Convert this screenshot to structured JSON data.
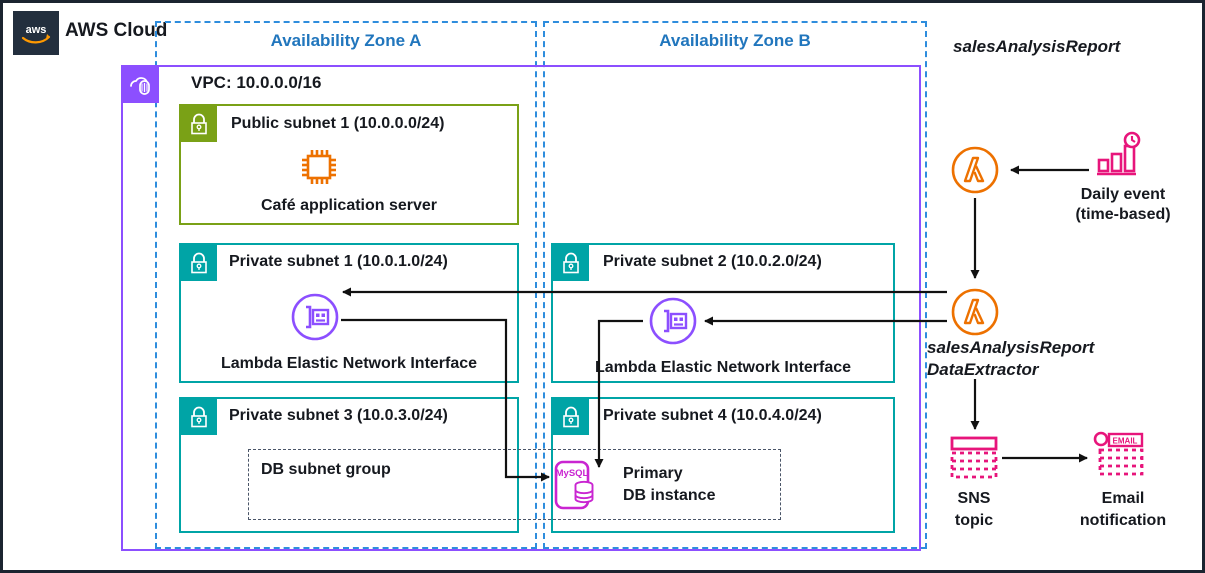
{
  "cloud": {
    "logo_text": "aws",
    "label": "AWS Cloud"
  },
  "availability_zones": [
    {
      "label": "Availability Zone A"
    },
    {
      "label": "Availability Zone B"
    }
  ],
  "vpc": {
    "title": "VPC: 10.0.0.0/16",
    "icon": "vpc-icon",
    "color": "#8c4fff"
  },
  "subnets": [
    {
      "key": "public1",
      "title": "Public subnet 1 (10.0.0.0/24)",
      "type": "public",
      "color": "#7aa116",
      "icon": "lock-icon",
      "node": {
        "icon": "ec2-instance-icon",
        "label": "Café application server",
        "color": "#ed7100"
      }
    },
    {
      "key": "private1",
      "title": "Private subnet 1 (10.0.1.0/24)",
      "type": "private",
      "color": "#00a4a6",
      "icon": "lock-icon",
      "node": {
        "icon": "network-interface-icon",
        "label": "Lambda Elastic Network Interface",
        "color": "#8c4fff"
      }
    },
    {
      "key": "private2",
      "title": "Private subnet 2 (10.0.2.0/24)",
      "type": "private",
      "color": "#00a4a6",
      "icon": "lock-icon",
      "node": {
        "icon": "network-interface-icon",
        "label": "Lambda Elastic Network Interface",
        "color": "#8c4fff"
      }
    },
    {
      "key": "private3",
      "title": "Private subnet 3 (10.0.3.0/24)",
      "type": "private",
      "color": "#00a4a6",
      "icon": "lock-icon",
      "node": null
    },
    {
      "key": "private4",
      "title": "Private subnet 4 (10.0.4.0/24)",
      "type": "private",
      "color": "#00a4a6",
      "icon": "lock-icon",
      "node": {
        "icon": "rds-mysql-icon",
        "label": "Primary\nDB instance",
        "color": "#c925d1"
      }
    }
  ],
  "db_subnet_group": {
    "label": "DB subnet group"
  },
  "db_instance": {
    "badge_text": "MySQL",
    "line1": "Primary",
    "line2": "DB instance",
    "color": "#c925d1"
  },
  "external": {
    "lambda_top": {
      "icon": "lambda-icon",
      "label": "salesAnalysisReport",
      "color": "#ed7100"
    },
    "lambda_bottom": {
      "icon": "lambda-icon",
      "label_line1": "salesAnalysisReport",
      "label_line2": "DataExtractor",
      "color": "#ed7100"
    },
    "daily_event": {
      "icon": "eventbridge-scheduler-icon",
      "line1": "Daily event",
      "line2": "(time-based)",
      "color": "#e7157b"
    },
    "sns_topic": {
      "icon": "sns-topic-icon",
      "line1": "SNS",
      "line2": "topic",
      "color": "#e7157b"
    },
    "email_notification": {
      "icon": "email-notification-icon",
      "badge_text": "EMAIL",
      "line1": "Email",
      "line2": "notification",
      "color": "#e7157b"
    }
  }
}
